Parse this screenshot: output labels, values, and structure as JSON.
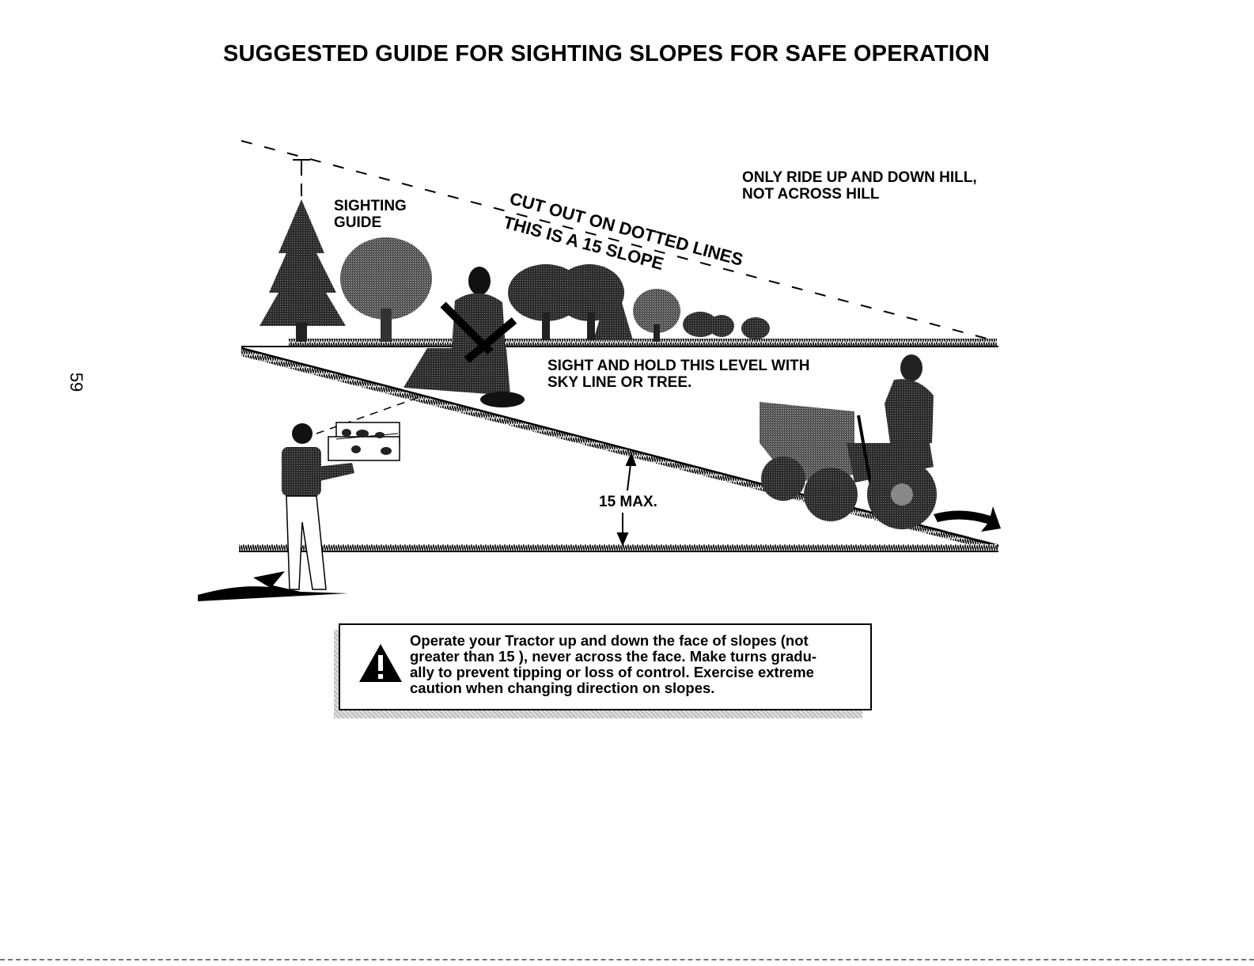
{
  "document": {
    "title": "SUGGESTED GUIDE FOR SIGHTING SLOPES FOR SAFE OPERATION",
    "page_number": "59"
  },
  "diagram": {
    "sighting_guide": [
      "SIGHTING",
      "GUIDE"
    ],
    "cut_out_text": "CUT OUT ON DOTTED LINES",
    "slope_text": "THIS IS A 15 SLOPE",
    "ride_instruction": [
      "ONLY RIDE UP AND DOWN HILL,",
      "NOT ACROSS HILL"
    ],
    "sight_instruction": [
      "SIGHT AND HOLD THIS LEVEL WITH",
      "SKY LINE OR TREE."
    ],
    "max_label": "15 MAX."
  },
  "warning": {
    "icon": "warning-triangle-icon",
    "lines": [
      "Operate your Tractor up and down the face of slopes (not",
      "greater than 15 ), never across the face. Make turns gradu-",
      "ally to prevent tipping or loss of control. Exercise extreme",
      "caution when changing direction on slopes."
    ]
  }
}
